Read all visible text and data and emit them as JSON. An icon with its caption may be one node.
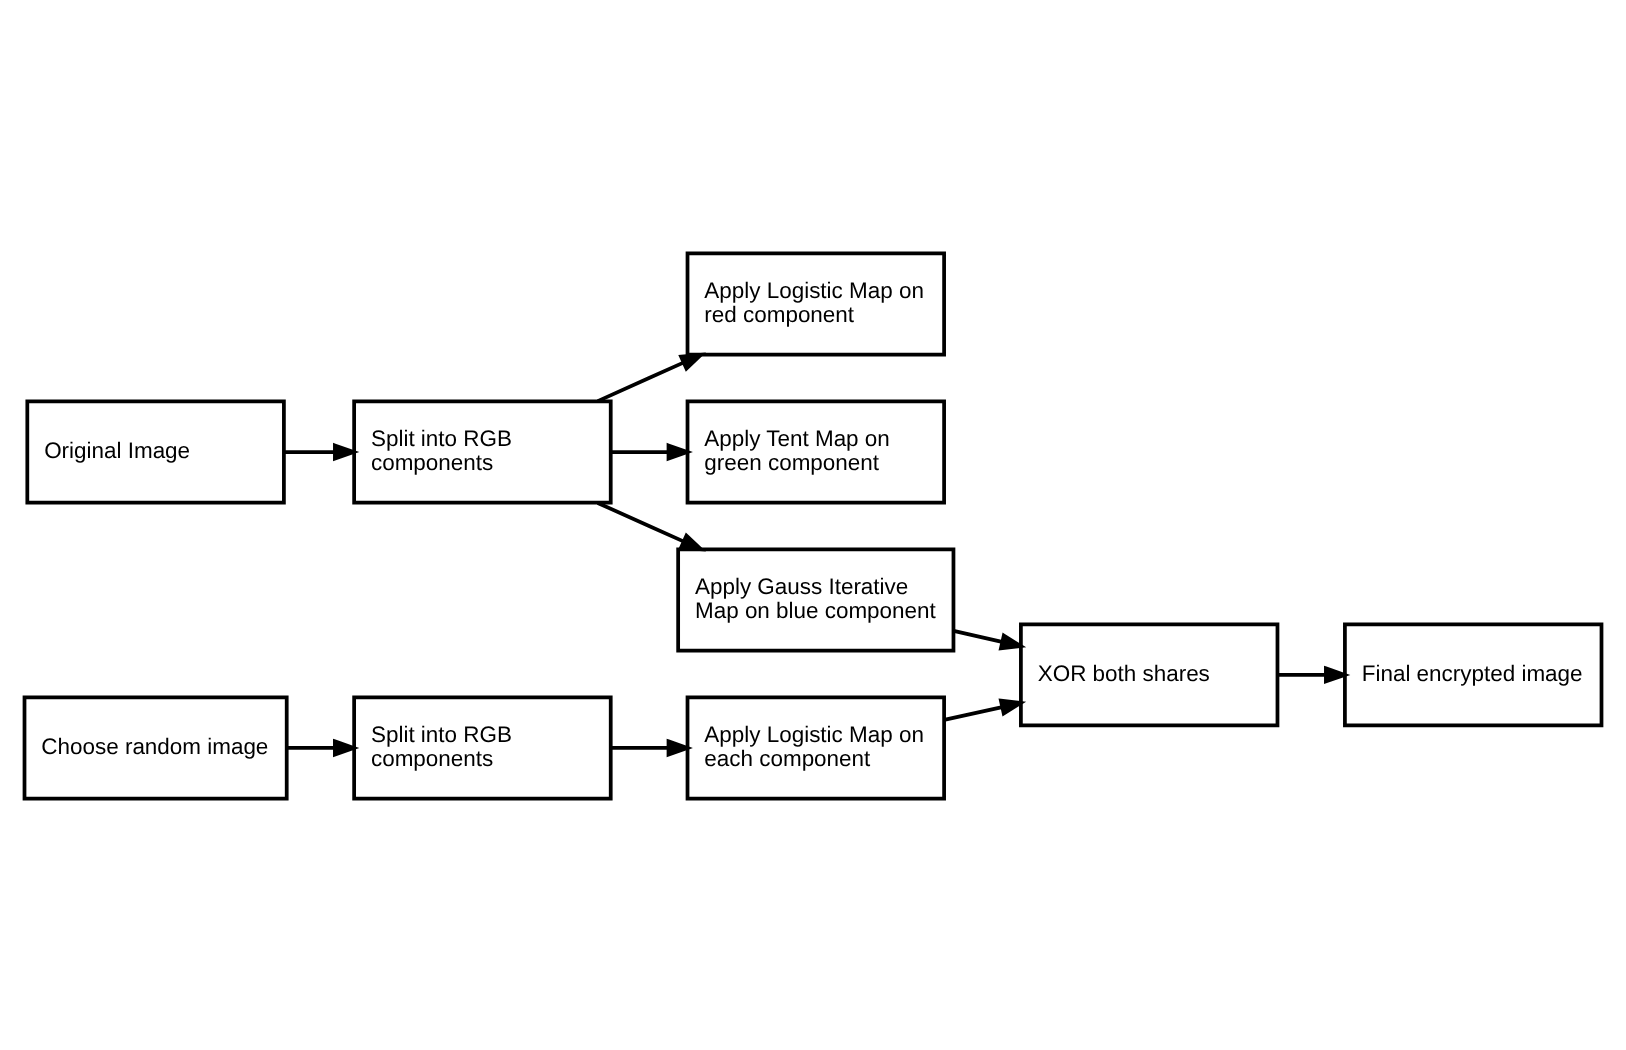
{
  "diagram": {
    "nodes": [
      {
        "text": [
          "Original Image"
        ]
      },
      {
        "text": [
          "Split into RGB components"
        ]
      },
      {
        "text": [
          "Apply Logistic Map on red component"
        ]
      },
      {
        "text": [
          "Apply Tent Map on green component"
        ]
      },
      {
        "text": [
          "Apply Gauss Iterative Map on blue component"
        ]
      },
      {
        "text": [
          "XOR both shares"
        ]
      },
      {
        "text": [
          "Choose random image"
        ]
      },
      {
        "text": [
          "Split into RGB components"
        ]
      },
      {
        "text": [
          "Apply Logistic Map on each component"
        ]
      },
      {
        "text": [
          "Final encrypted image"
        ]
      }
    ],
    "edges": [
      {
        "from": 0,
        "to": 1,
        "arrow": "to"
      },
      {
        "from": 1,
        "to": 2,
        "arrow": "to"
      },
      {
        "from": 1,
        "to": 3,
        "arrow": "to"
      },
      {
        "from": 1,
        "to": 4,
        "arrow": "to"
      },
      {
        "from": 4,
        "to": 5,
        "arrow": "to"
      },
      {
        "from": 6,
        "to": 7,
        "arrow": "to"
      },
      {
        "from": 7,
        "to": 8,
        "arrow": "to"
      },
      {
        "from": 8,
        "to": 5,
        "arrow": "to"
      },
      {
        "from": 5,
        "to": 9,
        "arrow": "to"
      }
    ]
  }
}
